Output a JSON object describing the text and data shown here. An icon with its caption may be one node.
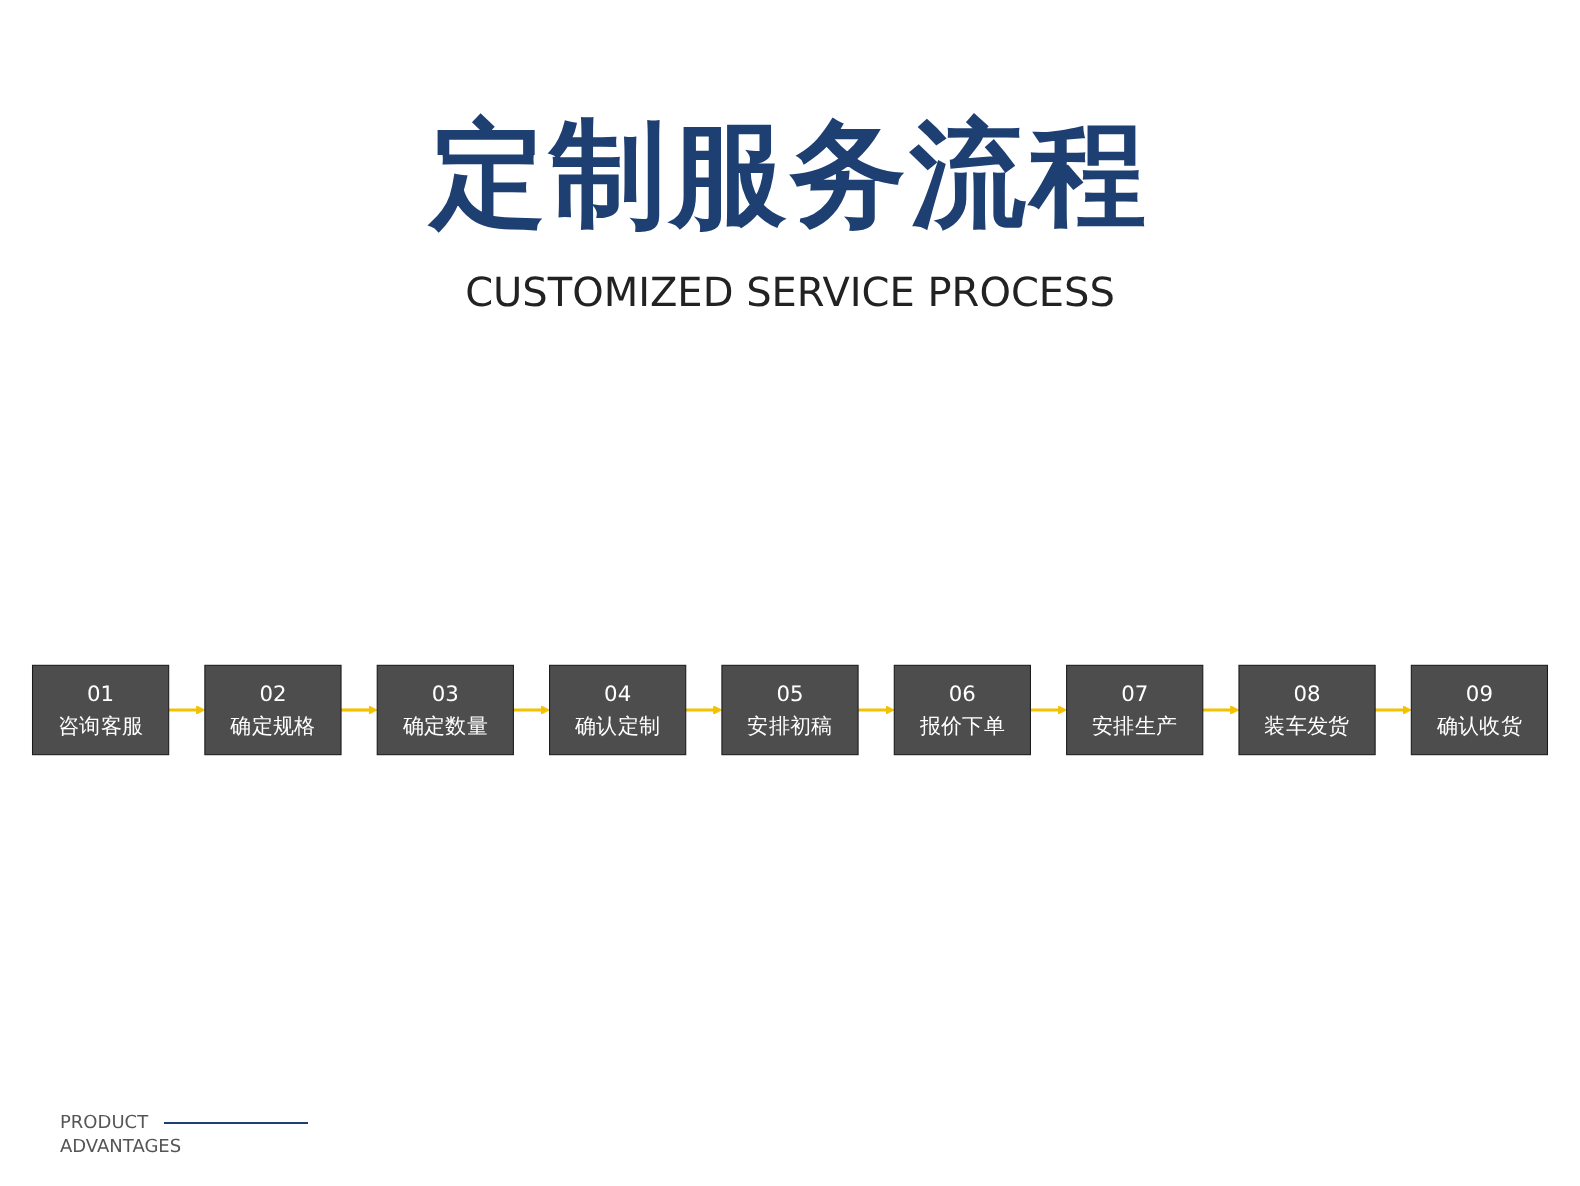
{
  "diagram": {
    "title": "定制服务流程",
    "nodes": [
      {
        "text": [
          "01",
          "咨询客服"
        ]
      },
      {
        "text": [
          "02",
          "确定规格"
        ]
      },
      {
        "text": [
          "03",
          "确定数量"
        ]
      },
      {
        "text": [
          "04",
          "确认定制"
        ]
      },
      {
        "text": [
          "05",
          "安排初稿"
        ]
      },
      {
        "text": [
          "06",
          "报价下单"
        ]
      },
      {
        "text": [
          "07",
          "安排生产"
        ]
      },
      {
        "text": [
          "08",
          "装车发货"
        ]
      },
      {
        "text": [
          "09",
          "确认收货"
        ]
      }
    ],
    "edges": [
      {
        "from": 0,
        "to": 1,
        "arrow": "to"
      },
      {
        "from": 1,
        "to": 2,
        "arrow": "to"
      },
      {
        "from": 2,
        "to": 3,
        "arrow": "to"
      },
      {
        "from": 3,
        "to": 4,
        "arrow": "to"
      },
      {
        "from": 4,
        "to": 5,
        "arrow": "to"
      },
      {
        "from": 5,
        "to": 6,
        "arrow": "to"
      },
      {
        "from": 6,
        "to": 7,
        "arrow": "to"
      },
      {
        "from": 7,
        "to": 8,
        "arrow": "to"
      }
    ],
    "labels": [
      "CUSTOMIZED SERVICE PROCESS",
      "PRODUCT ADVANTAGES"
    ]
  }
}
